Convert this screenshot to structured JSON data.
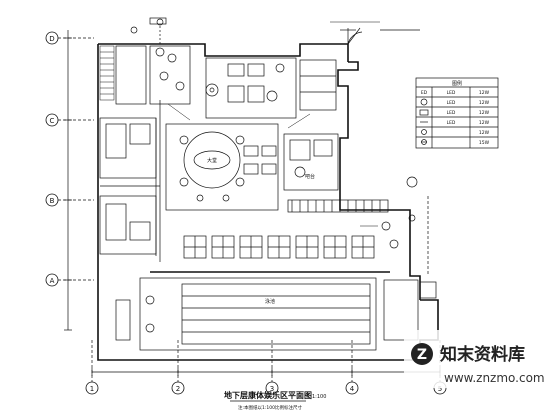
{
  "drawing": {
    "title": "地下层康体娱乐区平面图",
    "scale": "1:100",
    "note": "注:本图纸以1:100比例标注尺寸"
  },
  "grid_axes": {
    "left": [
      "D",
      "C",
      "B",
      "A"
    ],
    "bottom": [
      "1",
      "2",
      "3",
      "4",
      "5"
    ]
  },
  "legend": {
    "title": "图例",
    "rows": [
      {
        "code": "ED",
        "desc": "LED",
        "value": "12W"
      },
      {
        "code": "",
        "desc": "LED",
        "value": "12W"
      },
      {
        "code": "",
        "desc": "LED",
        "value": "12W"
      },
      {
        "code": "",
        "desc": "LED",
        "value": "12W"
      },
      {
        "code": "",
        "desc": "",
        "value": "12W"
      },
      {
        "code": "",
        "desc": "",
        "value": "15W"
      }
    ]
  },
  "rooms": {
    "pool": "泳池",
    "hall": "大堂",
    "bar": "吧台"
  },
  "watermark": {
    "brand": "知末资料库",
    "url": "www.znzmo.com"
  },
  "colors": {
    "line": "#111111",
    "watermark_bg": "#ffffff"
  }
}
